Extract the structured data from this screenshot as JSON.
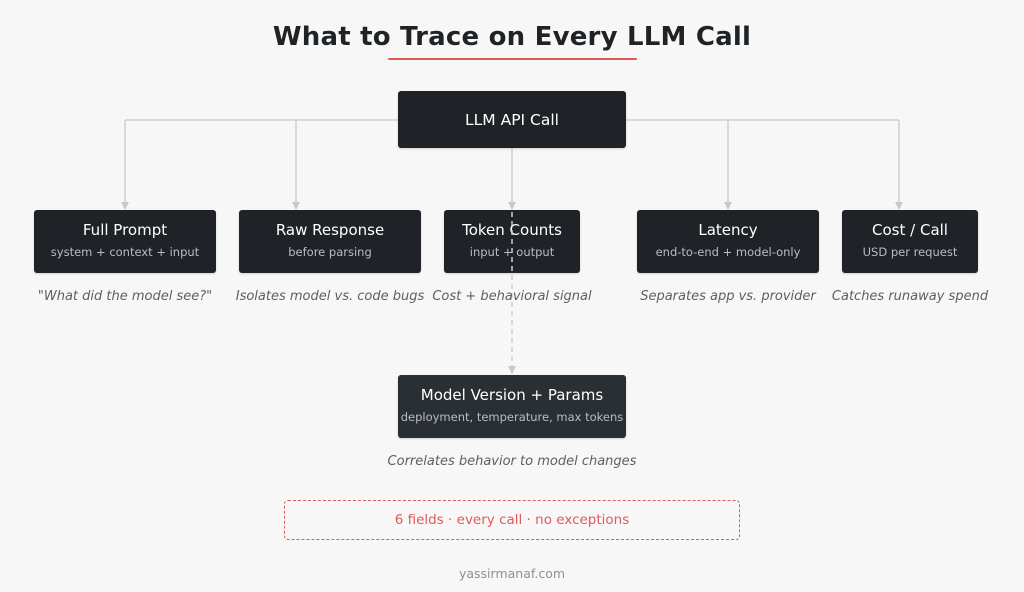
{
  "title": "What to Trace on Every LLM Call",
  "root": {
    "label": "LLM API Call"
  },
  "fields": [
    {
      "name": "Full Prompt",
      "detail": "system + context + input",
      "note": "\"What did the model see?\""
    },
    {
      "name": "Raw Response",
      "detail": "before parsing",
      "note": "Isolates model vs. code bugs"
    },
    {
      "name": "Token Counts",
      "detail": "input + output",
      "note": "Cost + behavioral signal"
    },
    {
      "name": "Latency",
      "detail": "end-to-end + model-only",
      "note": "Separates app vs. provider"
    },
    {
      "name": "Cost / Call",
      "detail": "USD per request",
      "note": "Catches runaway spend"
    }
  ],
  "model_box": {
    "name": "Model Version + Params",
    "detail": "deployment, temperature, max tokens",
    "note": "Correlates behavior to model changes"
  },
  "summary": "6 fields · every call · no exceptions",
  "watermark": "yassirmanaf.com",
  "colors": {
    "accent": "#e05a5a",
    "box": "#1f2327",
    "connector": "#c8c8c8"
  }
}
